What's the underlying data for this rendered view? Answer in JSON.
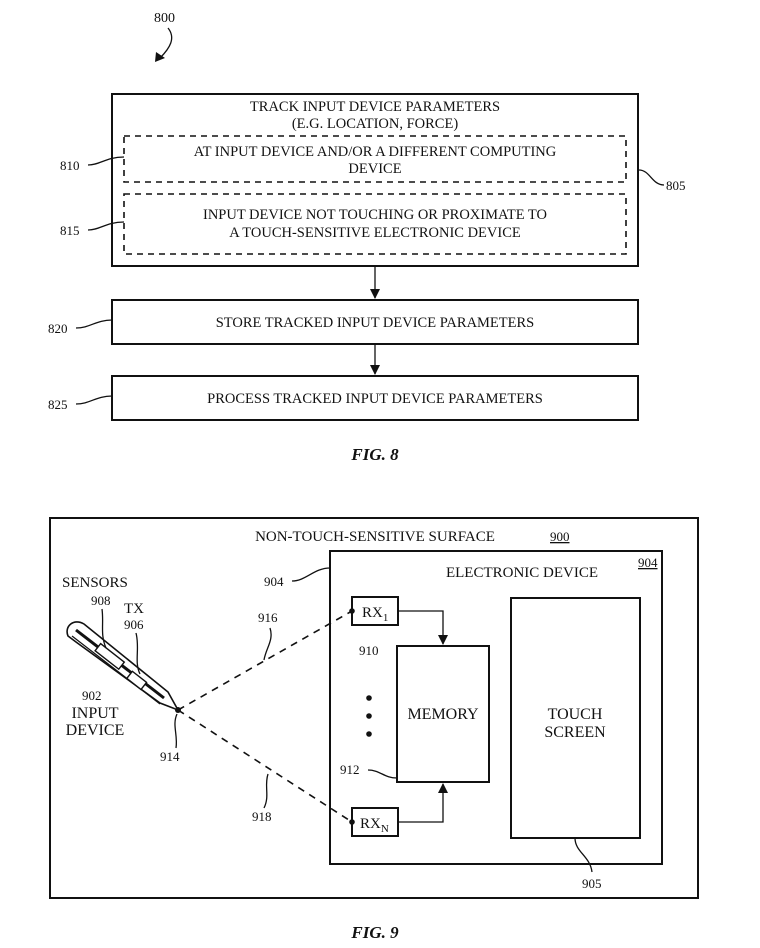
{
  "fig8": {
    "ref_main": "800",
    "box_805_line1": "TRACK INPUT DEVICE PARAMETERS",
    "box_805_line2": "(E.G. LOCATION, FORCE)",
    "ref_805": "805",
    "box_810_line1": "AT INPUT DEVICE AND/OR A DIFFERENT COMPUTING",
    "box_810_line2": "DEVICE",
    "ref_810": "810",
    "box_815_line1": "INPUT DEVICE NOT TOUCHING OR PROXIMATE TO",
    "box_815_line2": "A TOUCH-SENSITIVE ELECTRONIC DEVICE",
    "ref_815": "815",
    "box_820": "STORE TRACKED INPUT DEVICE PARAMETERS",
    "ref_820": "820",
    "box_825": "PROCESS TRACKED INPUT DEVICE PARAMETERS",
    "ref_825": "825",
    "caption": "FIG. 8"
  },
  "fig9": {
    "surface_label": "NON-TOUCH-SENSITIVE SURFACE",
    "ref_900": "900",
    "electronic_device_label": "ELECTRONIC DEVICE",
    "ref_904_inner": "904",
    "ref_904_outer": "904",
    "rx1_main": "RX",
    "rx1_sub": "1",
    "rxn_main": "RX",
    "rxn_sub": "N",
    "memory_label": "MEMORY",
    "touch_line1": "TOUCH",
    "touch_line2": "SCREEN",
    "sensors_label": "SENSORS",
    "ref_908": "908",
    "tx_label": "TX",
    "ref_906": "906",
    "ref_902": "902",
    "input_line1": "INPUT",
    "input_line2": "DEVICE",
    "ref_914": "914",
    "ref_916": "916",
    "ref_918": "918",
    "ref_910": "910",
    "ref_912": "912",
    "ref_905": "905",
    "caption": "FIG. 9"
  }
}
